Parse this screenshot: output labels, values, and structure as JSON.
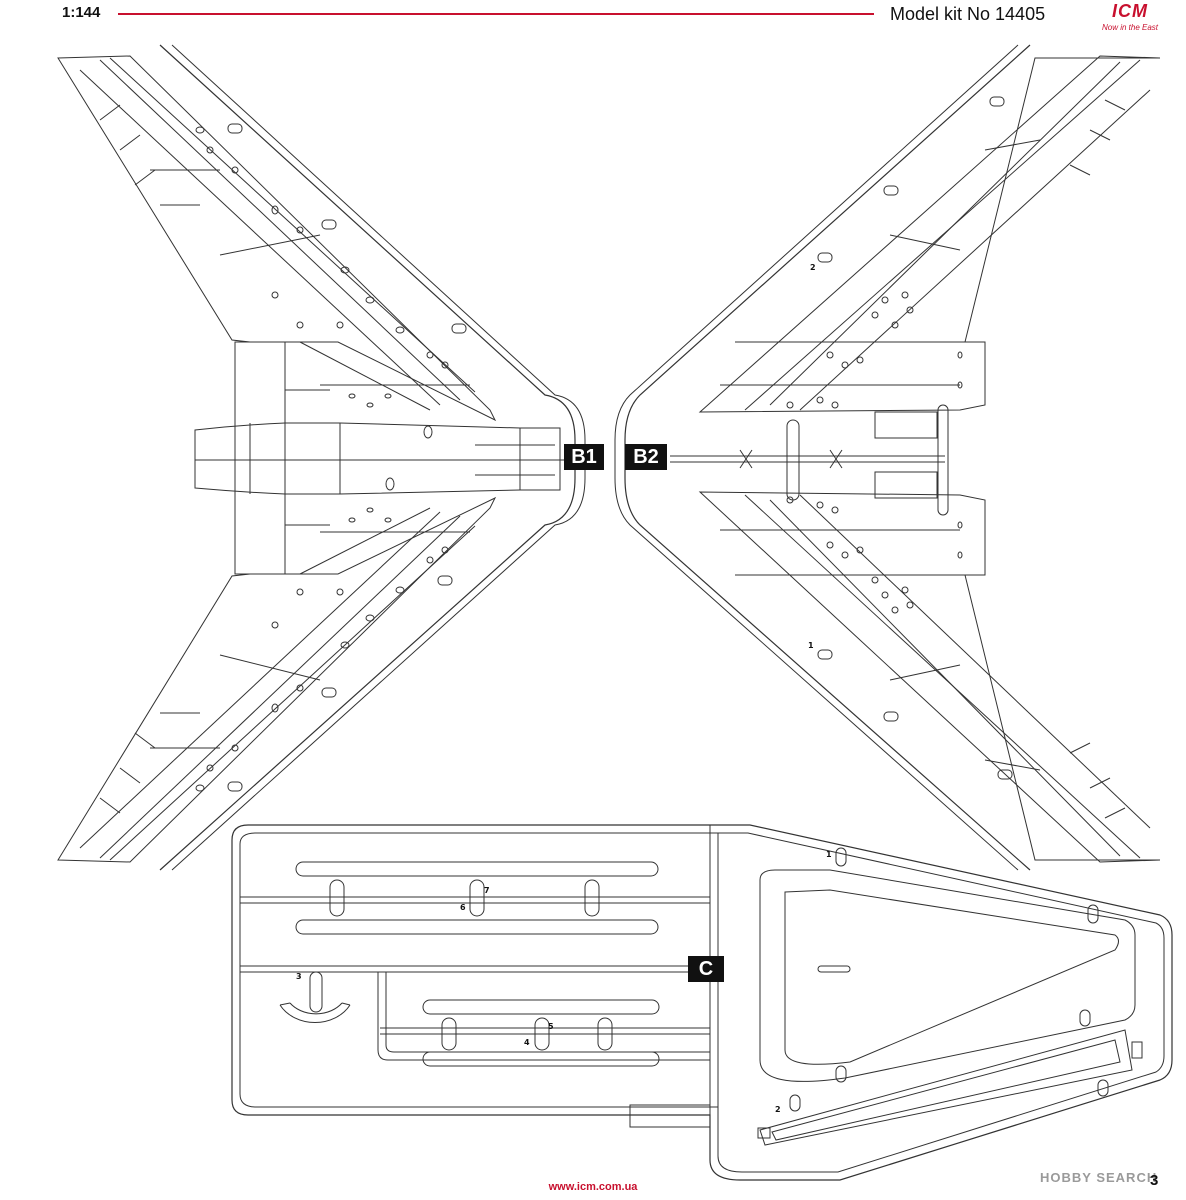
{
  "header": {
    "scale": "1:144",
    "kit_title": "Model kit No 14405",
    "brand": "ICM",
    "brand_tagline": "Now in the East"
  },
  "sprues": {
    "b1": "B1",
    "b2": "B2",
    "c": "C"
  },
  "part_numbers": {
    "b2_upper": "2",
    "b2_lower": "1",
    "c_top": "1",
    "c_7": "7",
    "c_6": "6",
    "c_3": "3",
    "c_5": "5",
    "c_4": "4",
    "c_2": "2"
  },
  "footer": {
    "url": "www.icm.com.ua",
    "watermark": "HOBBY SEARCH",
    "page": "3"
  }
}
